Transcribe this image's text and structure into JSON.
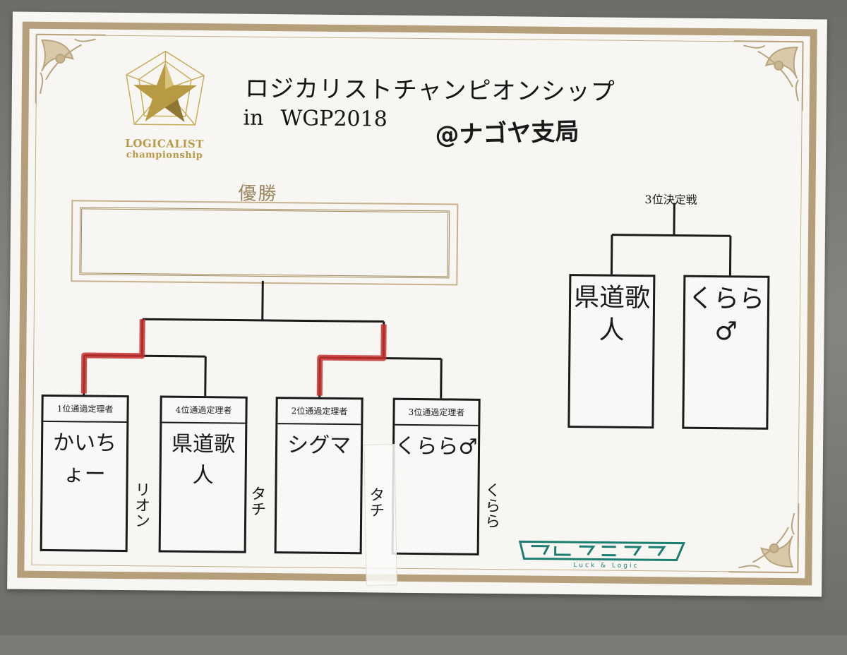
{
  "header": {
    "title_line1": "ロジカリストチャンピオンシップ",
    "title_line2_a": "in",
    "title_line2_b": "WGP2018",
    "handwritten_location": "@ナゴヤ支局"
  },
  "logo": {
    "line1": "LOGICALIST",
    "line2": "championship",
    "icon": "star-emblem-icon",
    "color": "#b89a45"
  },
  "champion": {
    "label": "優勝",
    "name": ""
  },
  "main_bracket": {
    "players": [
      {
        "seed_label": "1位通過定理者",
        "name": "かいちょー",
        "side_note": "リオン"
      },
      {
        "seed_label": "4位通過定理者",
        "name": "県道歌人",
        "side_note": "タチ"
      },
      {
        "seed_label": "2位通過定理者",
        "name": "シグマ",
        "side_note": "タチ"
      },
      {
        "seed_label": "3位通過定理者",
        "name": "くらら♂",
        "side_note": "くらら"
      }
    ],
    "highlight_color": "#c8312f"
  },
  "third_place": {
    "label": "3位決定戦",
    "players": [
      {
        "name": "県道歌人"
      },
      {
        "name": "くらら♂"
      }
    ]
  },
  "brand": {
    "logo_text": "ラクエンロジック",
    "sub": "Luck & Logic",
    "color": "#1b7e70"
  },
  "colors": {
    "frame": "#b59f7a",
    "paper": "#f7f6f3",
    "ink": "#1a1a1a"
  }
}
